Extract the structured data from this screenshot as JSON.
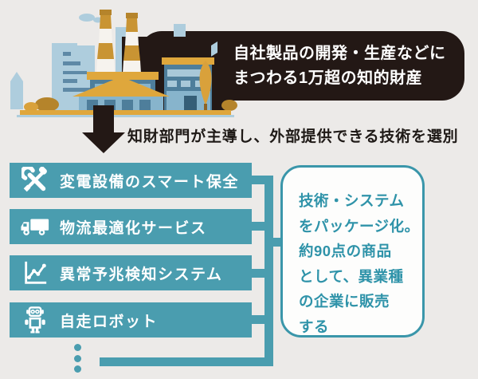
{
  "colors": {
    "background": "#ECEAE8",
    "teal": "#4A9DAF",
    "teal_border": "#3A96AA",
    "teal_text": "#2F93A9",
    "ink": "#231815",
    "gold": "#DFA73C",
    "light_blue": "#AECDDD",
    "steel_blue": "#4E7E9B",
    "white": "#FFFFFF"
  },
  "top_callout": {
    "line1": "自社製品の開発・生産などに",
    "line2": "まつわる1万超の知的財産"
  },
  "flow_caption": "知財部門が主導し、外部提供できる技術を選別",
  "services": [
    {
      "icon": "tools-icon",
      "label": "変電設備のスマート保全"
    },
    {
      "icon": "truck-icon",
      "label": "物流最適化サービス"
    },
    {
      "icon": "chart-icon",
      "label": "異常予兆検知システム"
    },
    {
      "icon": "robot-icon",
      "label": "自走ロボット"
    }
  ],
  "result_callout": {
    "lines": [
      "技術・システム",
      "をパッケージ化。",
      "約90点の商品",
      "として、異業種",
      "の企業に販売",
      "する"
    ]
  }
}
